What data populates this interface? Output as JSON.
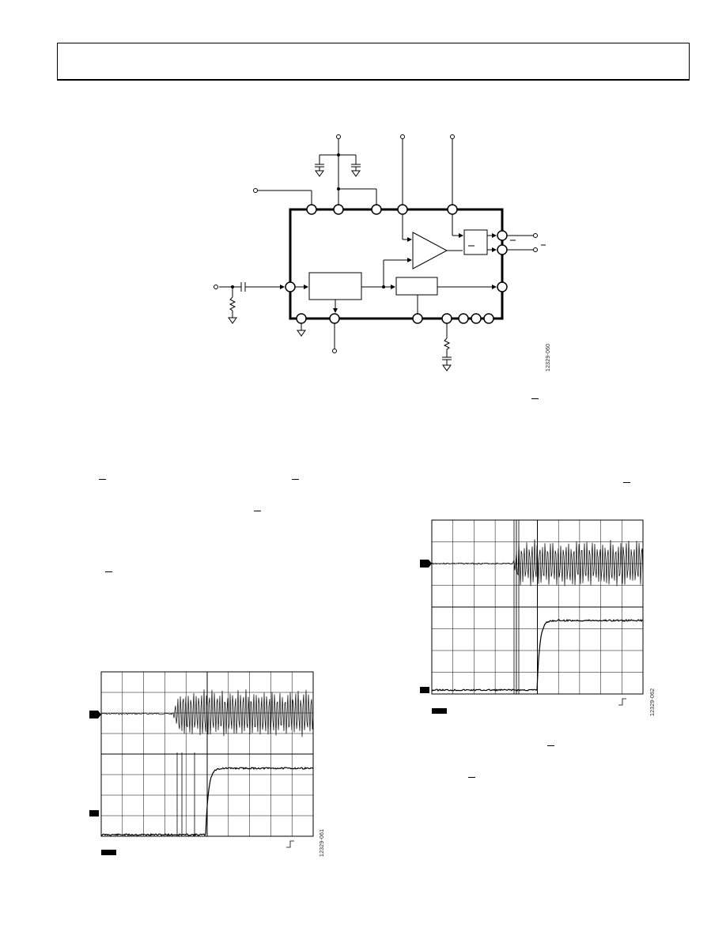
{
  "figures": {
    "block_diagram": {
      "id_label": "12329-060"
    },
    "scope_left": {
      "id_label": "12329-061"
    },
    "scope_right": {
      "id_label": "12329-062"
    }
  },
  "overbars": [
    {
      "name": "overbar-diagram-output",
      "note": "complement marker"
    },
    {
      "name": "overbar-text-right-1"
    },
    {
      "name": "overbar-text-left-1"
    },
    {
      "name": "overbar-text-left-2"
    },
    {
      "name": "overbar-text-left-3"
    },
    {
      "name": "overbar-text-left-4"
    },
    {
      "name": "overbar-text-right-2"
    },
    {
      "name": "overbar-text-right-3"
    },
    {
      "name": "overbar-text-right-4"
    }
  ],
  "colors": {
    "ink": "#000000",
    "paper": "#ffffff",
    "grid": "#000000"
  }
}
